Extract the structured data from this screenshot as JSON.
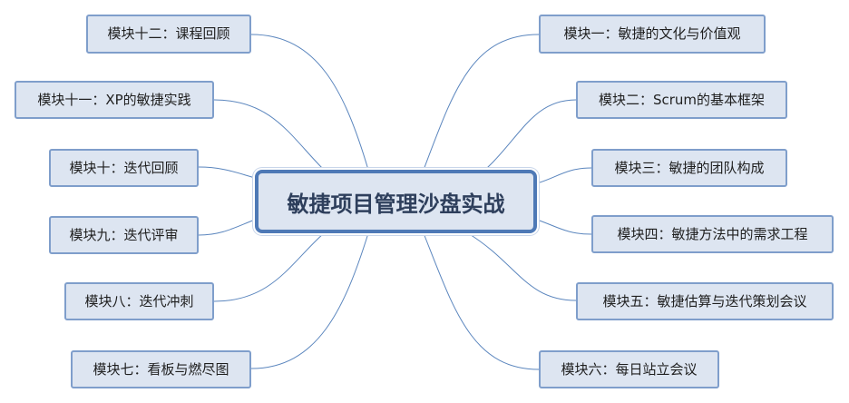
{
  "center": {
    "title": "敏捷项目管理沙盘实战"
  },
  "modules": [
    {
      "label": "模块一：敏捷的文化与价值观"
    },
    {
      "label": "模块二：Scrum的基本框架"
    },
    {
      "label": "模块三：敏捷的团队构成"
    },
    {
      "label": "模块四：敏捷方法中的需求工程"
    },
    {
      "label": "模块五：敏捷估算与迭代策划会议"
    },
    {
      "label": "模块六：每日站立会议"
    },
    {
      "label": "模块七：看板与燃尽图"
    },
    {
      "label": "模块八：迭代冲刺"
    },
    {
      "label": "模块九：迭代评审"
    },
    {
      "label": "模块十：迭代回顾"
    },
    {
      "label": "模块十一：XP的敏捷实践"
    },
    {
      "label": "模块十二：课程回顾"
    }
  ],
  "colors": {
    "node_fill": "#dde5f1",
    "node_border": "#7f9ecb",
    "center_border": "#4e79b6",
    "connector": "#5b86be"
  }
}
